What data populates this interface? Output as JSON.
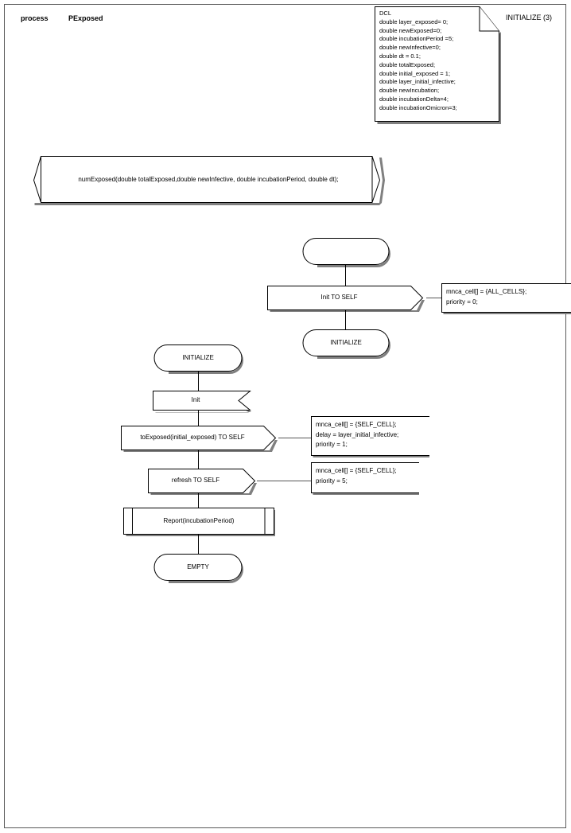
{
  "header": {
    "keyword": "process",
    "process_name": "PExposed",
    "page_label": "INITIALIZE (3)"
  },
  "dcl_note": {
    "name": "DCL",
    "text": "DCL\ndouble layer_exposed= 0;\ndouble newExposed=0;\ndouble incubationPeriod =5;\ndouble newInfective=0;\ndouble dt = 0.1;\ndouble totalExposed;\ndouble initial_exposed = 1;\ndouble layer_initial_infective;\ndouble newIncubation;\ndouble incubationDelta=4;\ndouble incubationOmicron=3;"
  },
  "procedure": {
    "signature": "numExposed(double totalExposed,double newInfective, double incubationPeriod, double dt);"
  },
  "flow_top": {
    "start_state": "",
    "output_init": "Init TO SELF",
    "end_state": "INITIALIZE",
    "comment": "mnca_cell[] = {ALL_CELLS};\npriority = 0;"
  },
  "flow_main": {
    "start_state": "INITIALIZE",
    "input_init": "Init",
    "output_toexposed": "toExposed(initial_exposed) TO SELF",
    "comment_toexposed": "mnca_cell[] = {SELF_CELL};\ndelay = layer_initial_infective;\npriority = 1;",
    "output_refresh": "refresh TO SELF",
    "comment_refresh": "mnca_cell[] = {SELF_CELL};\npriority = 5;",
    "call_report": "Report(incubationPeriod)",
    "end_state": "EMPTY"
  },
  "colors": {
    "stroke": "#000000",
    "shadow": "#808080",
    "border": "#5a5a5a",
    "background": "#ffffff"
  }
}
